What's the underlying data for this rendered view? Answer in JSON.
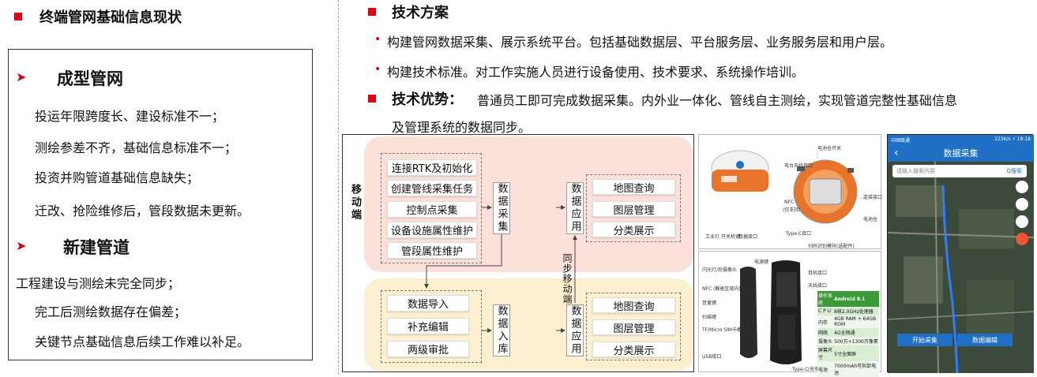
{
  "left": {
    "title": "终端管网基础信息现状",
    "section1": {
      "title": "成型管网",
      "items": [
        "投运年限跨度长、建设标准不一；",
        "测绘参差不齐，基础信息标准不一；",
        "投资并购管道基础信息缺失；",
        "迁改、抢险维修后，管段数据未更新。"
      ]
    },
    "section2": {
      "title": "新建管道",
      "items": [
        "工程建设与测绘未完全同步；",
        "完工后测绘数据存在偏差；",
        "关键节点基础信息后续工作难以补足。"
      ]
    }
  },
  "right": {
    "tech_plan_title": "技术方案",
    "bullets": [
      "构建管网数据采集、展示系统平台。包括基础数据层、平台服务层、业务服务层和用户层。",
      "构建技术标准。对工作实施人员进行设备使用、技术要求、系统操作培训。"
    ],
    "advantage_title": "技术优势：",
    "advantage_text": "普通员工即可完成数据采集。内外业一体化、管线自主测绘，实现管道完整性基础信息",
    "advantage_text2": "及管理系统的数据同步。"
  },
  "diagram": {
    "mobile_label": "移动端",
    "sync_label": "同步移动端",
    "top_left_items": [
      "连接RTK及初始化",
      "创建管线采集任务",
      "控制点采集",
      "设备设施属性维护",
      "管段属性维护"
    ],
    "top_collect": "数据采集",
    "top_apply": "数据应用",
    "top_right_items": [
      "地图查询",
      "图层管理",
      "分类展示"
    ],
    "bot_left_items": [
      "数据导入",
      "补充编辑",
      "两级审批"
    ],
    "bot_store": "数据入库",
    "bot_apply": "数据应用",
    "bot_right_items": [
      "地图查询",
      "图层管理",
      "分类展示"
    ]
  },
  "device": {
    "labels": [
      "电池仓开关",
      "电台天线接口",
      "NFC",
      "(仅支持)",
      "连接接口",
      "电池仓",
      "工业灯",
      "开关机键",
      "数据接口",
      "Type-C接口",
      "扫码识别模块(选配件)"
    ],
    "handheld_labels": [
      "闪光灯/后摄像头",
      "电源键",
      "NFC (触碰区域内)",
      "音量键",
      "扫描键",
      "TF/Micro SIM卡槽",
      "耳机接口",
      "Type-C/充电接口",
      "天线接口",
      "USB接口"
    ],
    "spec_header": [
      "操作系统",
      "Android 8.1"
    ],
    "spec_rows": [
      [
        "C P U",
        "8核2.0GHz处理器"
      ],
      [
        "内存",
        "4GB RAM + 64GB ROM"
      ],
      [
        "网络",
        "4G全网通"
      ],
      [
        "摄像头",
        "500万+1300万像素"
      ],
      [
        "屏幕尺寸",
        "5寸全面屏"
      ],
      [
        "电池",
        "7000mAh可拆卸电池"
      ]
    ]
  },
  "phone": {
    "status_left": "中国联通",
    "status_right": "223K/s  ⚡ 18:18",
    "title": "数据采集",
    "search_placeholder": "请输入搜索内容",
    "search_button": "Q搜索",
    "start_button": "开始采集",
    "edit_button": "数据编辑"
  },
  "colors": {
    "accent_red": "#e0000d",
    "phone_header": "#1f6fc5",
    "panel_pink": "#fbe1da",
    "panel_yellow": "#fdf0d0",
    "device_orange": "#e8732a"
  }
}
